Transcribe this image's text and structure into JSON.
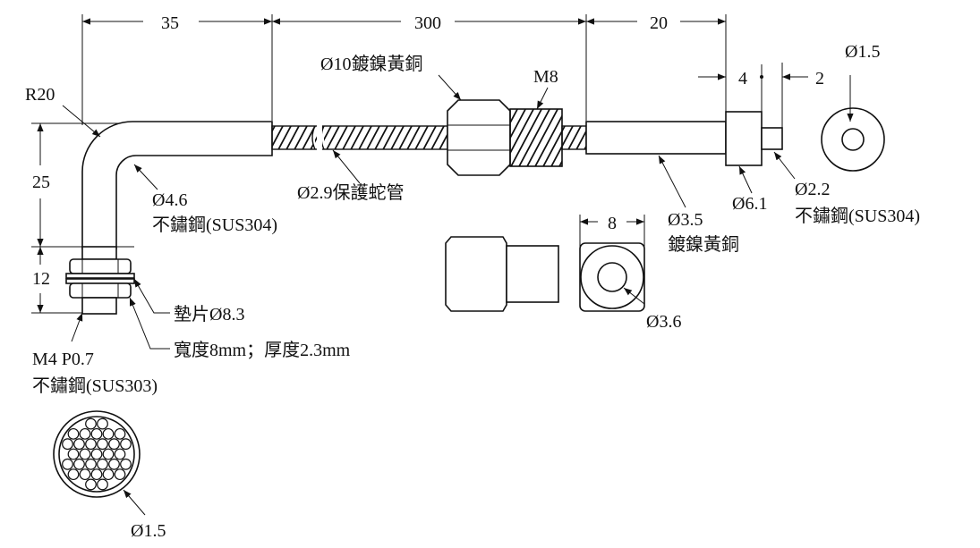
{
  "dimensions": {
    "d35": "35",
    "d300": "300",
    "d20": "20",
    "d4": "4",
    "d2": "2",
    "d25": "25",
    "d12": "12",
    "d8": "8"
  },
  "labels": {
    "r20": "R20",
    "m8": "M8",
    "nut_material": "Ø10鍍鎳黃銅",
    "sheath_od": "Ø4.6",
    "sheath_material": "不鏽鋼(SUS304)",
    "hose": "Ø2.9保護蛇管",
    "shaft_od": "Ø3.5",
    "shaft_material": "鍍鎳黃銅",
    "collar": "Ø6.1",
    "tip_od": "Ø2.2",
    "tip_material": "不鏽鋼(SUS304)",
    "end_view_small": "Ø1.5",
    "washer": "墊片Ø8.3",
    "nut_size": "寬度8mm；厚度2.3mm",
    "thread": "M4 P0.7",
    "thread_material": "不鏽鋼(SUS303)",
    "fiber_bundle": "Ø1.5",
    "bore": "Ø3.6"
  }
}
